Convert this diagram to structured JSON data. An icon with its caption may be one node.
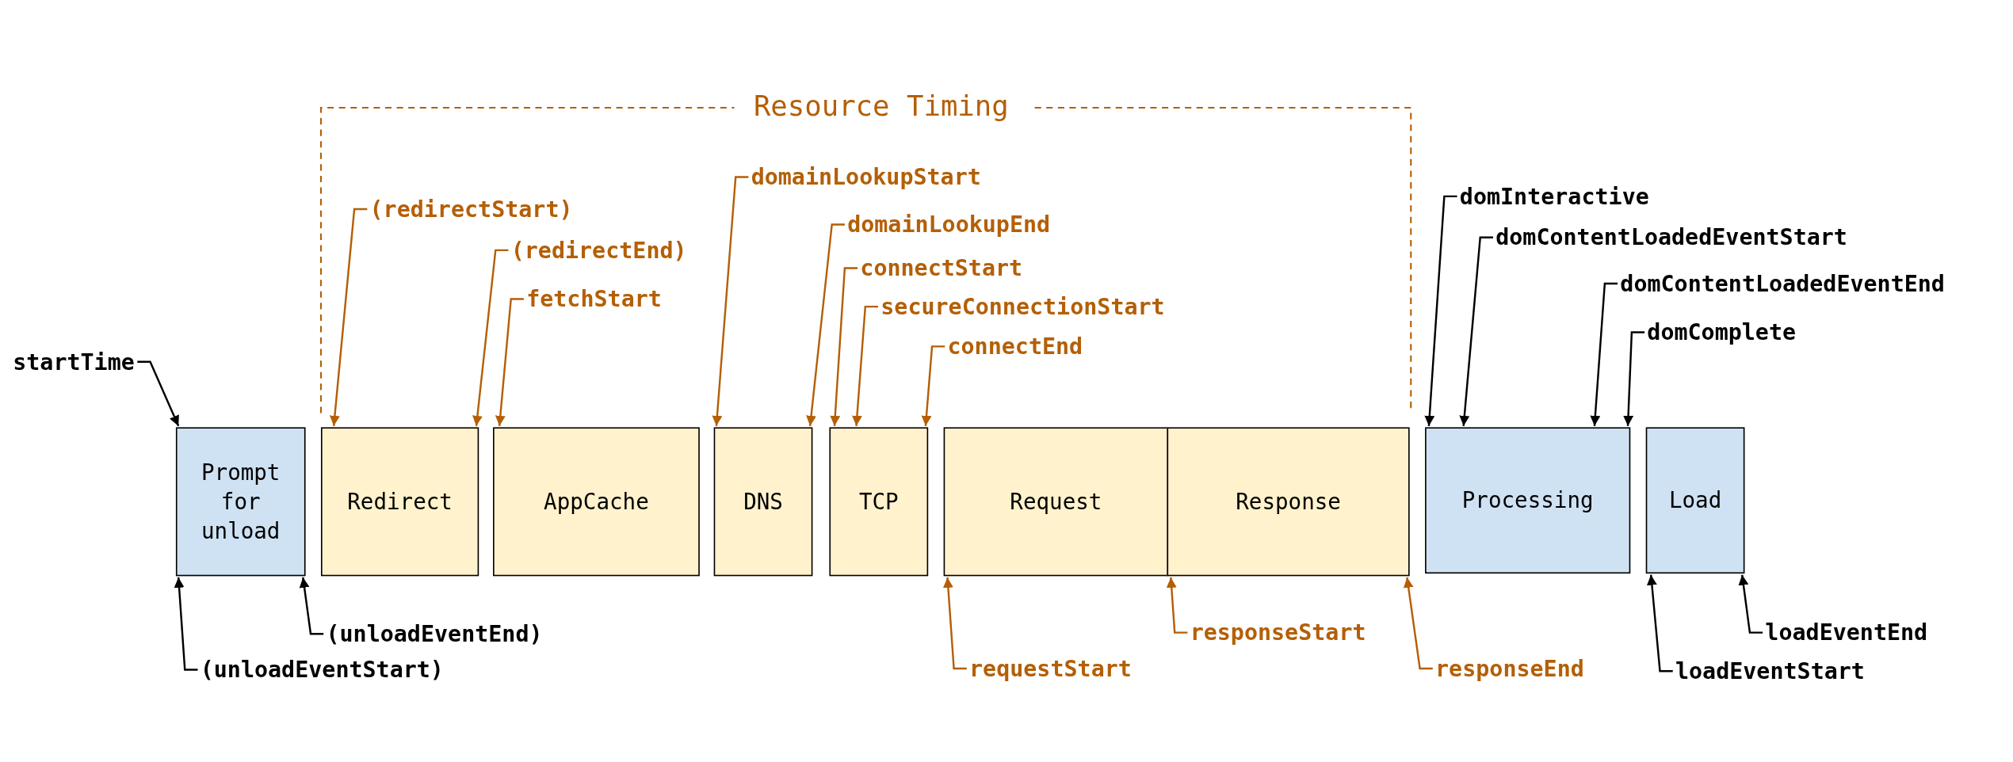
{
  "diagram": {
    "nodes": [
      {
        "text": [
          "Prompt for unload"
        ]
      },
      {
        "text": [
          "Redirect"
        ]
      },
      {
        "text": [
          "AppCache"
        ]
      },
      {
        "text": [
          "DNS"
        ]
      },
      {
        "text": [
          "TCP"
        ]
      },
      {
        "text": [
          "Request"
        ]
      },
      {
        "text": [
          "Response"
        ]
      },
      {
        "text": [
          "Processing"
        ]
      },
      {
        "text": [
          "Load"
        ]
      },
      {
        "text": [
          "startTime"
        ]
      },
      {
        "text": [
          "(redirectStart)"
        ]
      },
      {
        "text": [
          "(redirectEnd)"
        ]
      },
      {
        "text": [
          "fetchStart"
        ]
      },
      {
        "text": [
          "domainLookupStart"
        ]
      },
      {
        "text": [
          "domainLookupEnd"
        ]
      },
      {
        "text": [
          "connectStart"
        ]
      },
      {
        "text": [
          "secureConnectionStart"
        ]
      },
      {
        "text": [
          "connectEnd"
        ]
      },
      {
        "text": [
          "domInteractive"
        ]
      },
      {
        "text": [
          "domContentLoadedEventStart"
        ]
      },
      {
        "text": [
          "domContentLoadedEventEnd"
        ]
      },
      {
        "text": [
          "domComplete"
        ]
      },
      {
        "text": [
          "(unloadEventStart)"
        ]
      },
      {
        "text": [
          "(unloadEventEnd)"
        ]
      },
      {
        "text": [
          "requestStart"
        ]
      },
      {
        "text": [
          "responseStart"
        ]
      },
      {
        "text": [
          "responseEnd"
        ]
      },
      {
        "text": [
          "loadEventStart"
        ]
      },
      {
        "text": [
          "loadEventEnd"
        ]
      }
    ],
    "edges": [
      {
        "from": 9,
        "to": 0,
        "arrow": "to",
        "color": "#000000"
      },
      {
        "from": 10,
        "to": 1,
        "arrow": "to"
      },
      {
        "from": 11,
        "to": 1,
        "arrow": "to"
      },
      {
        "from": 12,
        "to": 2,
        "arrow": "to"
      },
      {
        "from": 13,
        "to": 3,
        "arrow": "to"
      },
      {
        "from": 14,
        "to": 3,
        "arrow": "to"
      },
      {
        "from": 15,
        "to": 4,
        "arrow": "to"
      },
      {
        "from": 16,
        "to": 4,
        "arrow": "to"
      },
      {
        "from": 17,
        "to": 4,
        "arrow": "to"
      },
      {
        "from": 18,
        "to": 7,
        "arrow": "to",
        "color": "#000000"
      },
      {
        "from": 19,
        "to": 7,
        "arrow": "to",
        "color": "#000000"
      },
      {
        "from": 20,
        "to": 7,
        "arrow": "to",
        "color": "#000000"
      },
      {
        "from": 21,
        "to": 7,
        "arrow": "to",
        "color": "#000000"
      },
      {
        "from": 22,
        "to": 0,
        "arrow": "to",
        "color": "#000000"
      },
      {
        "from": 23,
        "to": 0,
        "arrow": "to",
        "color": "#000000"
      },
      {
        "from": 24,
        "to": 5,
        "arrow": "to"
      },
      {
        "from": 25,
        "to": 6,
        "arrow": "to"
      },
      {
        "from": 26,
        "to": 6,
        "arrow": "to"
      },
      {
        "from": 27,
        "to": 8,
        "arrow": "to",
        "color": "#000000"
      },
      {
        "from": 28,
        "to": 8,
        "arrow": "to",
        "color": "#000000"
      }
    ],
    "labels": [
      "Resource Timing"
    ]
  }
}
